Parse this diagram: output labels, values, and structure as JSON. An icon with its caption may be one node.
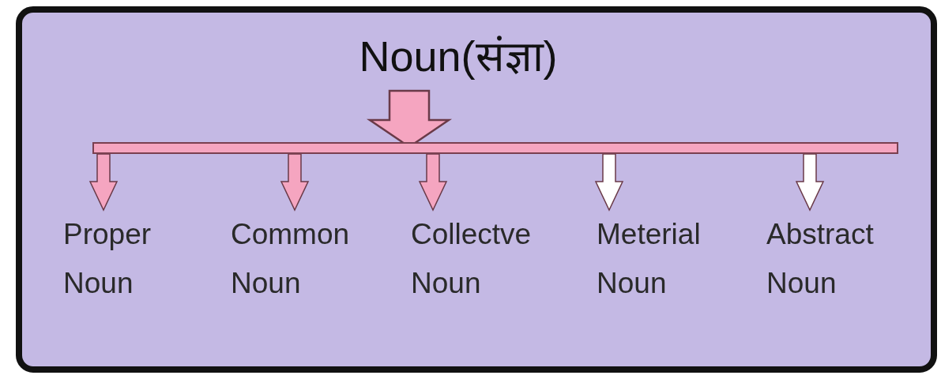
{
  "diagram": {
    "nodes": [
      {
        "text": [],
        "shape": "box"
      },
      {
        "text": [
          "Noun(संज्ञा)"
        ],
        "in": 0
      },
      {
        "text": [],
        "shape": "bar",
        "in": 0
      },
      {
        "text": [
          "Proper Noun"
        ],
        "in": 0
      },
      {
        "text": [
          "Common Noun"
        ],
        "in": 0
      },
      {
        "text": [
          "Collectve Noun"
        ],
        "in": 0
      },
      {
        "text": [
          "Meterial Noun"
        ],
        "in": 0
      },
      {
        "text": [
          "Abstract Noun"
        ],
        "in": 0
      }
    ],
    "edges": [
      {
        "from": 1,
        "to": 2,
        "arrow": "to",
        "style": "thick"
      },
      {
        "from": 2,
        "to": 3,
        "arrow": "to"
      },
      {
        "from": 2,
        "to": 4,
        "arrow": "to"
      },
      {
        "from": 2,
        "to": 5,
        "arrow": "to"
      },
      {
        "from": 2,
        "to": 6,
        "arrow": "to",
        "color": "#ffffff"
      },
      {
        "from": 2,
        "to": 7,
        "arrow": "to",
        "color": "#ffffff"
      }
    ]
  }
}
